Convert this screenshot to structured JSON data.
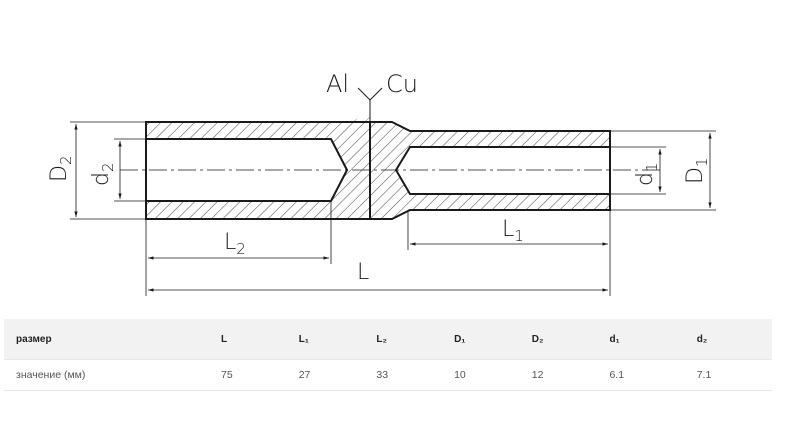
{
  "drawing": {
    "materials": {
      "left": "Al",
      "right": "Cu"
    },
    "dimension_labels": {
      "overall_length": "L",
      "length_1": "L",
      "length_1_sub": "1",
      "length_2": "L",
      "length_2_sub": "2",
      "outer_d1": "D",
      "outer_d1_sub": "1",
      "outer_d2": "D",
      "outer_d2_sub": "2",
      "inner_d1": "d",
      "inner_d1_sub": "1",
      "inner_d2": "d",
      "inner_d2_sub": "2"
    }
  },
  "table": {
    "row_label_header": "размер",
    "row_label_values": "значение (мм)",
    "columns": [
      {
        "header": "L",
        "value": "75"
      },
      {
        "header": "L₁",
        "value": "27"
      },
      {
        "header": "L₂",
        "value": "33"
      },
      {
        "header": "D₁",
        "value": "10"
      },
      {
        "header": "D₂",
        "value": "12"
      },
      {
        "header": "d₁",
        "value": "6.1"
      },
      {
        "header": "d₂",
        "value": "7.1"
      }
    ]
  }
}
